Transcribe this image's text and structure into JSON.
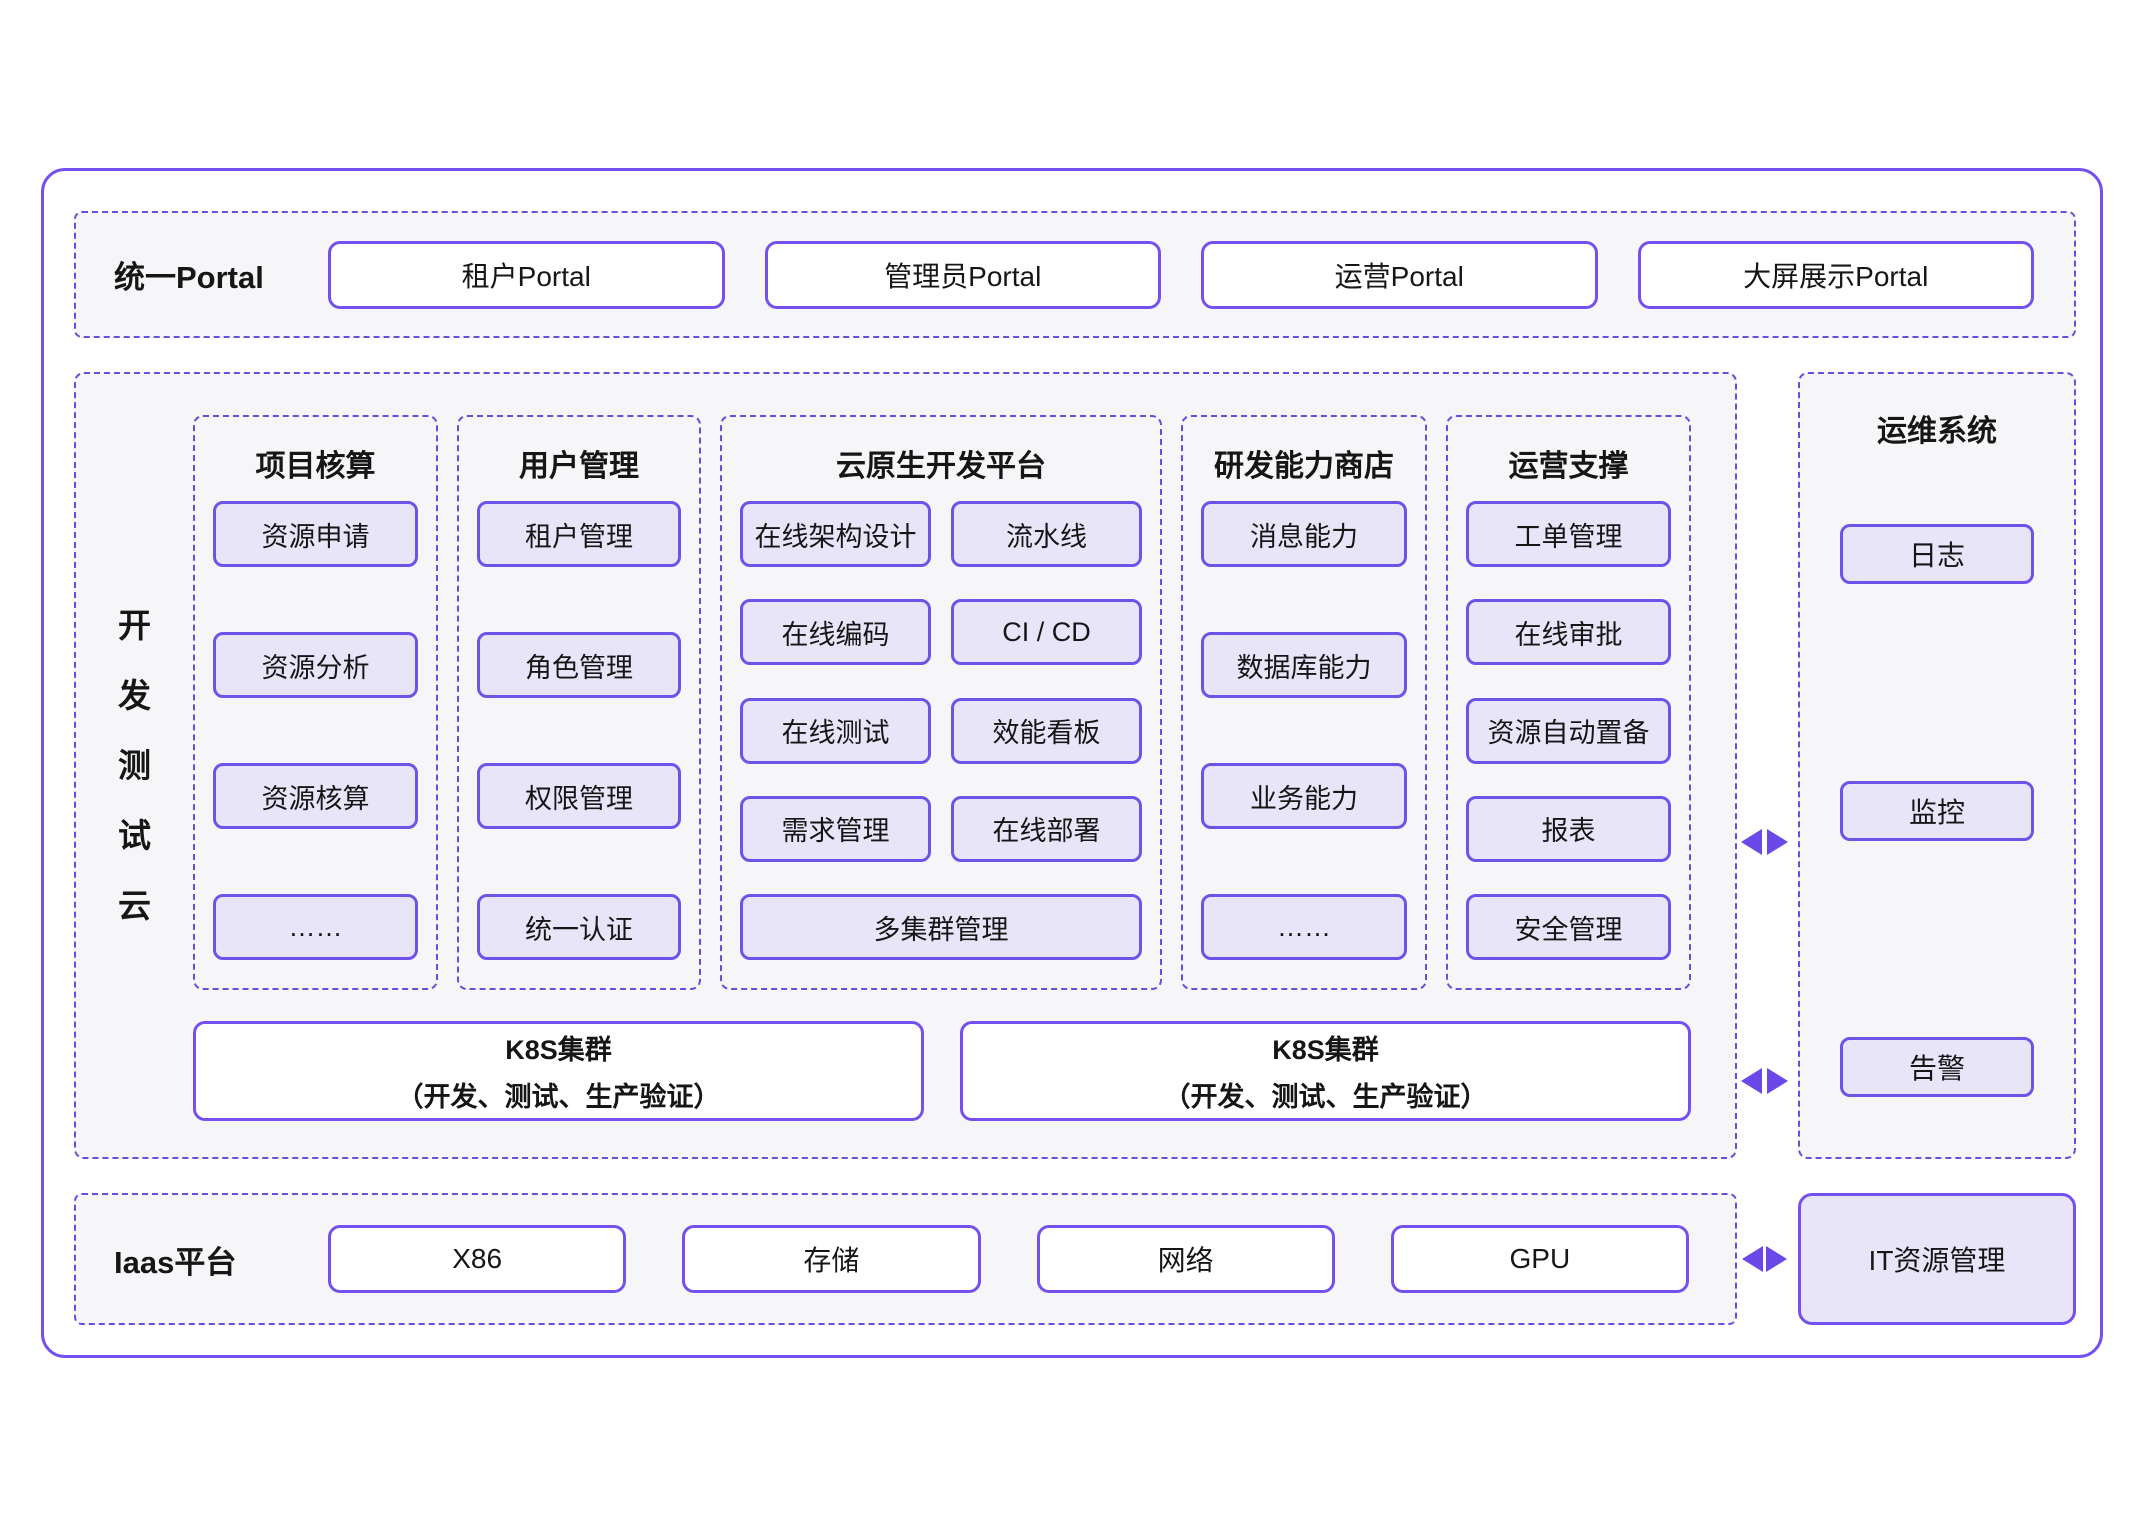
{
  "colors": {
    "accent": "#7550ee",
    "dashed_border": "#6152de",
    "item_border": "#6f52e8",
    "item_fill": "#e9e5f9",
    "section_bg": "#f6f6f9",
    "arrow": "#6b48e8"
  },
  "portal": {
    "label": "统一Portal",
    "items": [
      "租户Portal",
      "管理员Portal",
      "运营Portal",
      "大屏展示Portal"
    ]
  },
  "dev_cloud": {
    "label": "开发测试云",
    "label_chars": [
      "开",
      "发",
      "测",
      "试",
      "云"
    ],
    "columns": [
      {
        "title": "项目核算",
        "items": [
          "资源申请",
          "资源分析",
          "资源核算",
          "……"
        ]
      },
      {
        "title": "用户管理",
        "items": [
          "租户管理",
          "角色管理",
          "权限管理",
          "统一认证"
        ]
      },
      {
        "title": "云原生开发平台",
        "grid": [
          "在线架构设计",
          "流水线",
          "在线编码",
          "CI / CD",
          "在线测试",
          "效能看板",
          "需求管理",
          "在线部署"
        ],
        "full": "多集群管理"
      },
      {
        "title": "研发能力商店",
        "items": [
          "消息能力",
          "数据库能力",
          "业务能力",
          "……"
        ]
      },
      {
        "title": "运营支撑",
        "items": [
          "工单管理",
          "在线审批",
          "资源自动置备",
          "报表",
          "安全管理"
        ]
      }
    ],
    "k8s": [
      {
        "line1": "K8S集群",
        "line2": "（开发、测试、生产验证）"
      },
      {
        "line1": "K8S集群",
        "line2": "（开发、测试、生产验证）"
      }
    ]
  },
  "ops": {
    "title": "运维系统",
    "items": [
      "日志",
      "监控",
      "告警"
    ]
  },
  "iaas": {
    "label": "Iaas平台",
    "items": [
      "X86",
      "存储",
      "网络",
      "GPU"
    ]
  },
  "it_mgmt": {
    "label": "IT资源管理"
  }
}
